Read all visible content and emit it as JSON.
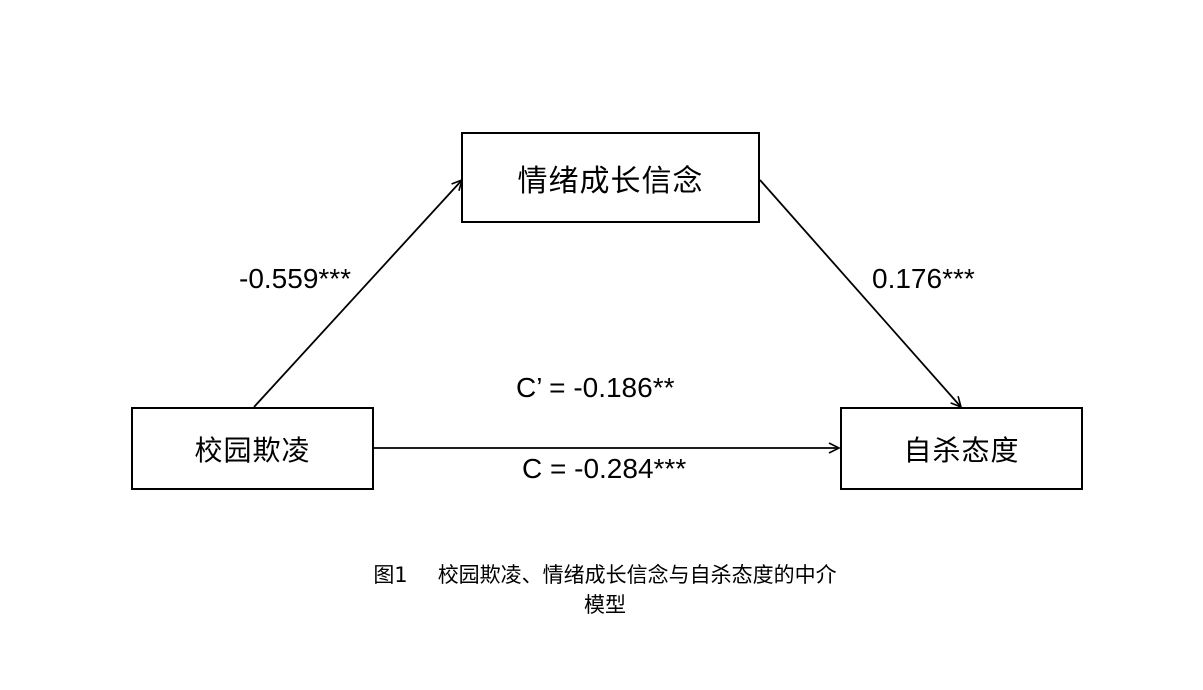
{
  "nodes": {
    "mediator": "情绪成长信念",
    "x": "校园欺凌",
    "y": "自杀态度"
  },
  "paths": {
    "a": "-0.559***",
    "b": "0.176***",
    "c_prime": "C’ = -0.186**",
    "c": "C = -0.284***"
  },
  "caption": {
    "number": "图1",
    "line1": "校园欺凌、情绪成长信念与自杀态度的中介",
    "line2": "模型"
  }
}
